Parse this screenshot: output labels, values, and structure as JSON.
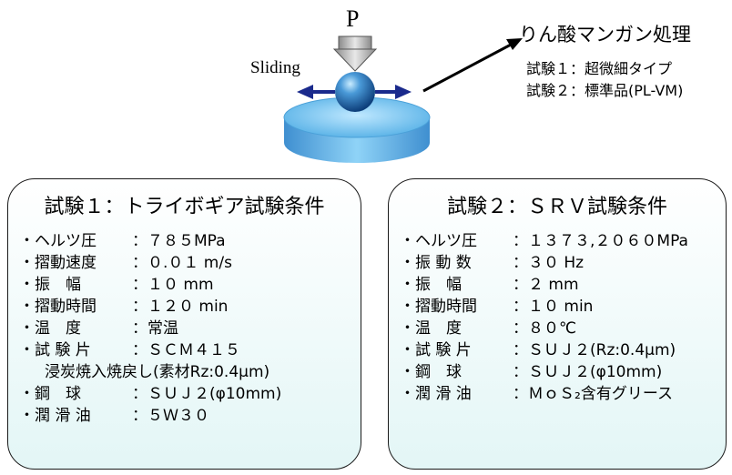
{
  "diagram": {
    "load_label": "P",
    "sliding_label": "Sliding",
    "treatment_title": "りん酸マンガン処理",
    "treatment_items": [
      "試験１：超微細タイプ",
      "試験２：標準品(PL-VM)"
    ]
  },
  "test1": {
    "title": "試験１：トライボギア試験条件",
    "rows": [
      {
        "label": "・ヘルツ圧",
        "value": "：７８５MPa"
      },
      {
        "label": "・摺動速度",
        "value": "：０.０１ m/s"
      },
      {
        "label": "・振　幅",
        "value": "：１０ mm"
      },
      {
        "label": "・摺動時間",
        "value": "：１２０ min"
      },
      {
        "label": "・温　度",
        "value": "：常温"
      },
      {
        "label": "・試 験 片",
        "value": "：ＳＣＭ４１５"
      },
      {
        "label": "",
        "value": "浸炭焼入焼戻し(素材Rz:0.4μm)"
      },
      {
        "label": "・鋼　球",
        "value": "：ＳＵＪ２(φ10mm)"
      },
      {
        "label": "・潤 滑 油",
        "value": "：５Ｗ３０"
      }
    ]
  },
  "test2": {
    "title": "試験２：ＳＲＶ試験条件",
    "rows": [
      {
        "label": "・ヘルツ圧",
        "value": "：１３７３,２０６０MPa"
      },
      {
        "label": "・振 動 数",
        "value": "：３０ Hz"
      },
      {
        "label": "・振　幅",
        "value": "：２ mm"
      },
      {
        "label": "・摺動時間",
        "value": "：１０ min"
      },
      {
        "label": "・温　度",
        "value": "：８０℃"
      },
      {
        "label": "・試 験 片",
        "value": "：ＳＵＪ２(Rz:0.4μm)"
      },
      {
        "label": "・鋼　球",
        "value": "：ＳＵＪ２(φ10mm)"
      },
      {
        "label": "・潤 滑 油",
        "value": "：ＭｏＳ₂含有グリース"
      }
    ]
  },
  "colors": {
    "disc": "#5fb6e8",
    "ball": "#1a5fa8",
    "arrow_blue": "#1a2a8c",
    "box_fill": "#e3f6f6"
  }
}
